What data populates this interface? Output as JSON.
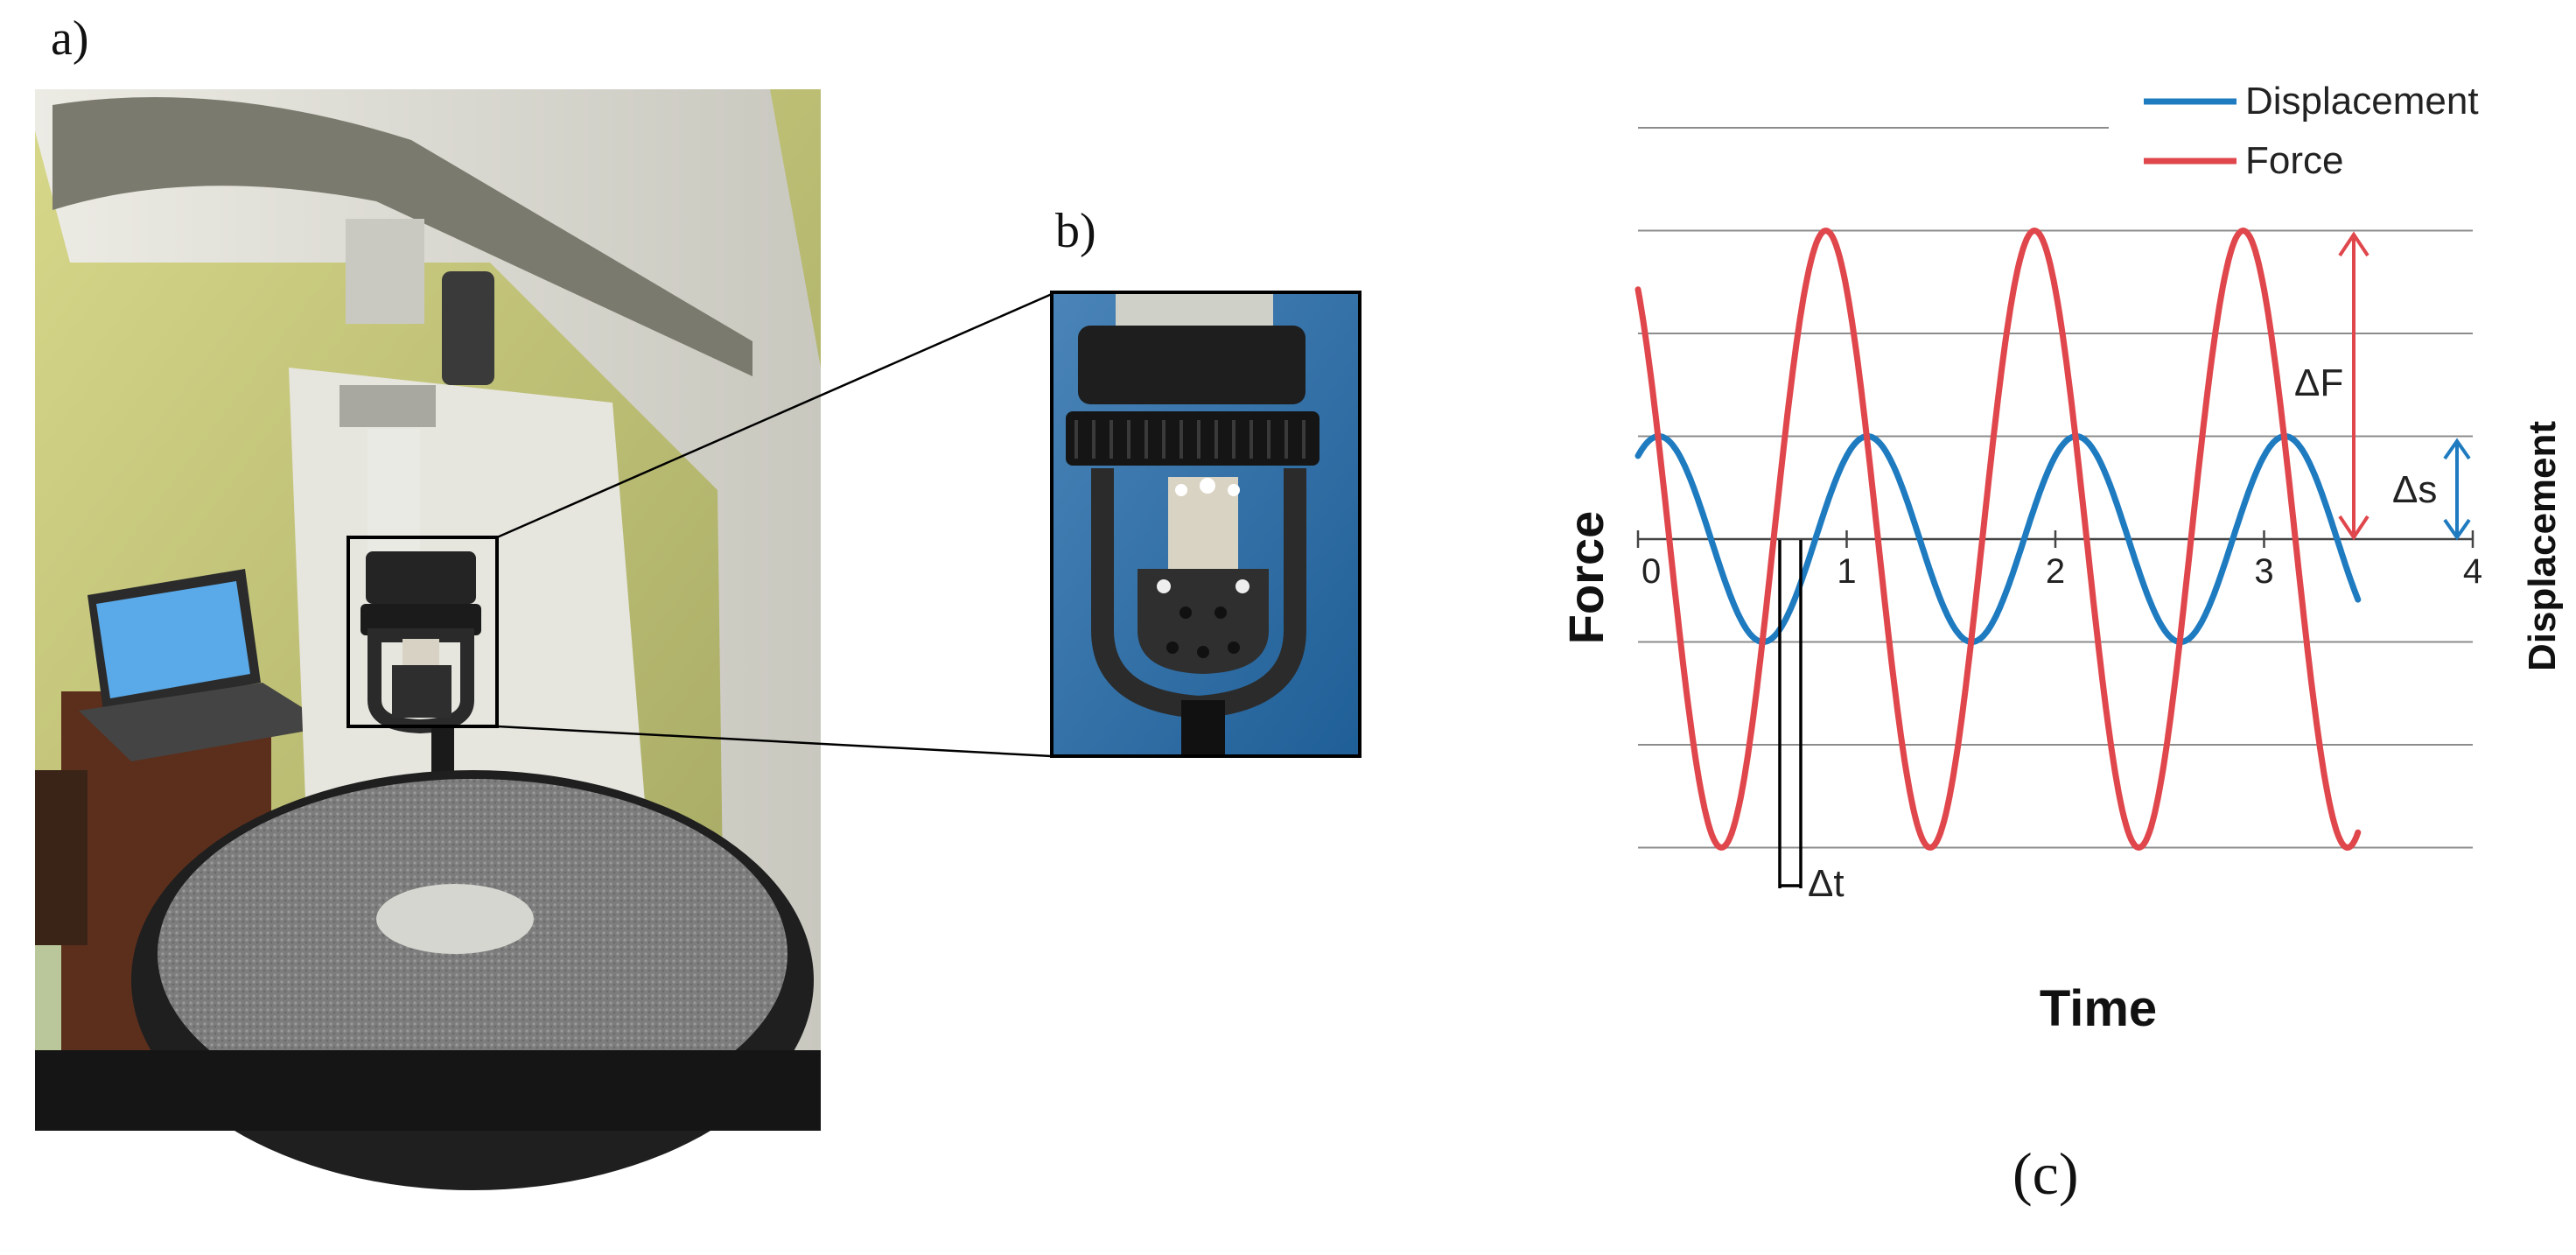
{
  "panels": {
    "a_label": "a)",
    "b_label": "b)",
    "c_label": "(c)"
  },
  "chart_data": {
    "type": "line",
    "title": "",
    "xlabel": "Time",
    "ylabel_left": "Force",
    "ylabel_right": "Displacement",
    "xlim": [
      0,
      4
    ],
    "ylim": [
      -4,
      4
    ],
    "grid": true,
    "legend_position": "top-right",
    "x_ticks": [
      "0",
      "1",
      "2",
      "3",
      "4"
    ],
    "series": [
      {
        "name": "Displacement",
        "color": "#1f7bc0",
        "amplitude": 1,
        "period": 1,
        "phase_offset": 0.1,
        "x_start": 0,
        "x_end": 3.45
      },
      {
        "name": "Force",
        "color": "#e0474c",
        "amplitude": 3,
        "period": 1,
        "phase_offset": -0.1,
        "x_start": 0,
        "x_end": 3.45
      }
    ],
    "annotations": {
      "delta_F": "ΔF",
      "delta_s": "Δs",
      "delta_t": "Δt"
    }
  },
  "colors": {
    "grid": "#8c8c8c",
    "axis": "#444444",
    "force_arrow": "#e0474c",
    "disp_arrow": "#1f7bc0",
    "text": "#111111"
  }
}
